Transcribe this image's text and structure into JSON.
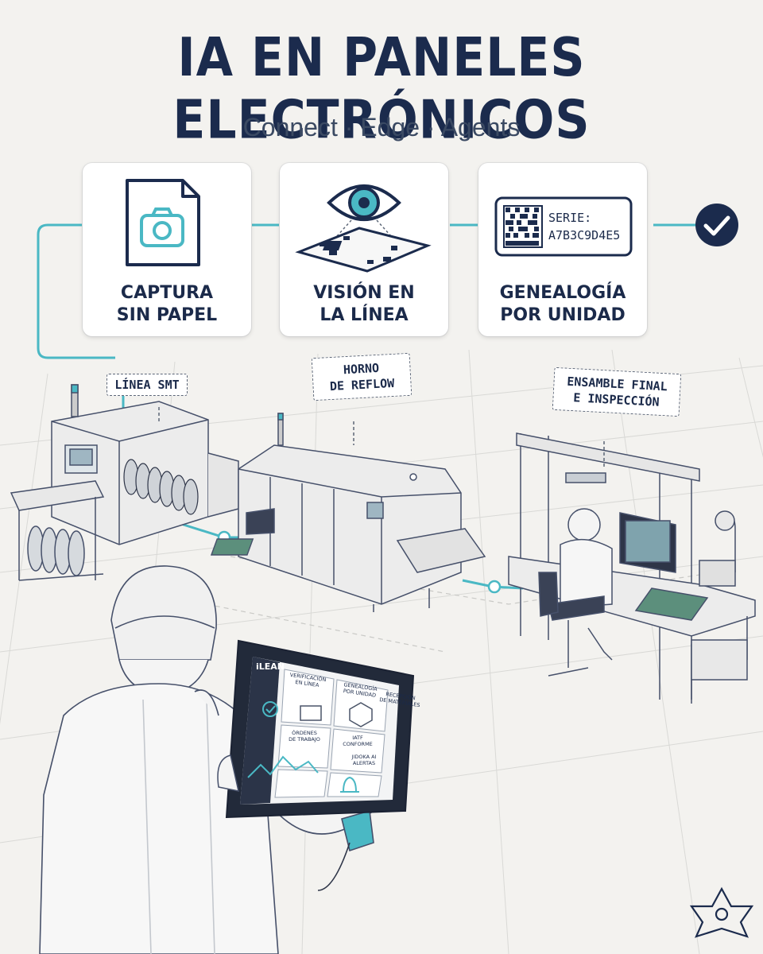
{
  "header": {
    "title": "IA EN PANELES ELECTRÓNICOS",
    "subtitle": "Connect · Edge · Agents"
  },
  "steps": [
    {
      "label_line1": "CAPTURA",
      "label_line2": "SIN PAPEL",
      "icon": "camera-document-icon"
    },
    {
      "label_line1": "VISIÓN EN",
      "label_line2": "LA LÍNEA",
      "icon": "eye-pcb-icon"
    },
    {
      "label_line1": "GENEALOGÍA",
      "label_line2": "POR UNIDAD",
      "icon": "datamatrix-icon",
      "serial_label": "SERIE:",
      "serial_value": "A7B3C9D4E5"
    }
  ],
  "stations": [
    {
      "line1": "LÍNEA SMT"
    },
    {
      "line1": "HORNO",
      "line2": "DE REFLOW"
    },
    {
      "line1": "ENSAMBLE FINAL",
      "line2": "E INSPECCIÓN"
    }
  ],
  "tablet": {
    "brand": "iLEAN",
    "tiles": [
      {
        "line1": "VERIFICACIÓN",
        "line2": "EN LÍNEA"
      },
      {
        "line1": "GENEALOGÍA",
        "line2": "POR UNIDAD"
      },
      {
        "line1": "RECEPCIÓN",
        "line2": "DE MATERIALES"
      },
      {
        "line1": "ÓRDENES",
        "line2": "DE TRABAJO"
      },
      {
        "line1": "IATF",
        "line2": "CONFORME"
      },
      {
        "line1": "JIDOKA AI",
        "line2": "ALERTAS"
      }
    ]
  },
  "colors": {
    "navy": "#1b2b4d",
    "teal": "#4ab8c4",
    "background": "#f3f2ef"
  }
}
